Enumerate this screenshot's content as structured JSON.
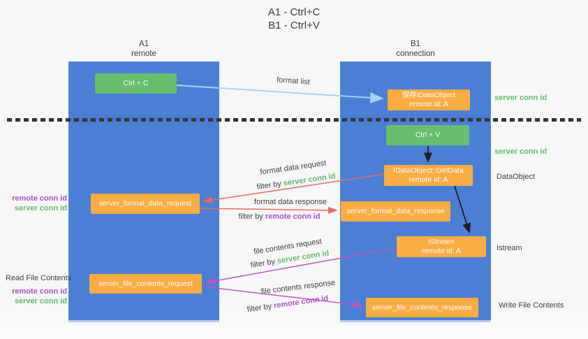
{
  "title": {
    "line1": "A1 - Ctrl+C",
    "line2": "B1 - Ctrl+V"
  },
  "columns": {
    "a1": {
      "name": "A1",
      "subtitle": "remote"
    },
    "b1": {
      "name": "B1",
      "subtitle": "connection"
    }
  },
  "nodes": {
    "ctrl_c": {
      "label": "Ctrl + C"
    },
    "save_idataobject": {
      "line1": "保存IDataObject",
      "line2": "remote id: A"
    },
    "ctrl_v": {
      "label": "Ctrl + V"
    },
    "getdata": {
      "line1": "IDataObject::GetData",
      "line2": "remote id: A"
    },
    "format_request": {
      "label": "server_format_data_request"
    },
    "format_response": {
      "label": "server_format_data_response"
    },
    "istream": {
      "line1": "IStream",
      "line2": "remote id: A"
    },
    "file_request": {
      "label": "server_file_contents_request"
    },
    "file_response": {
      "label": "server_file_contents_response"
    }
  },
  "flows": {
    "format_list": {
      "label": "format list"
    },
    "format_request": {
      "label": "format data request",
      "filter_prefix": "filter by",
      "filter_value": "server conn id"
    },
    "format_response": {
      "label": "format data response",
      "filter_prefix": "filter by",
      "filter_value": "remote conn id"
    },
    "file_request": {
      "label": "file contents request",
      "filter_prefix": "filter by",
      "filter_value": "server conn id"
    },
    "file_response": {
      "label": "file contents response",
      "filter_prefix": "filter by",
      "filter_value": "remote conn id"
    }
  },
  "annotations": {
    "server_conn_id_top": "server conn id",
    "server_conn_id_mid": "server conn id",
    "data_object": "DataObject",
    "istream": "Istream",
    "read_file_contents": "Read File Contents",
    "write_file_contents": "Write File Contents",
    "left_top": {
      "remote": "remote conn id",
      "server": "server conn id"
    },
    "left_bottom": {
      "remote": "remote conn id",
      "server": "server conn id"
    }
  },
  "colors": {
    "lane_blue": "#4a7fd5",
    "box_green": "#68be6d",
    "box_orange": "#f9ac42",
    "text_green": "#5fbd68",
    "text_purple": "#ab4fc8",
    "arrow_red": "#e9695f",
    "arrow_magenta": "#bf55bb",
    "arrow_lightblue": "#a5d3f1",
    "arrow_black": "#1f1f1f"
  }
}
